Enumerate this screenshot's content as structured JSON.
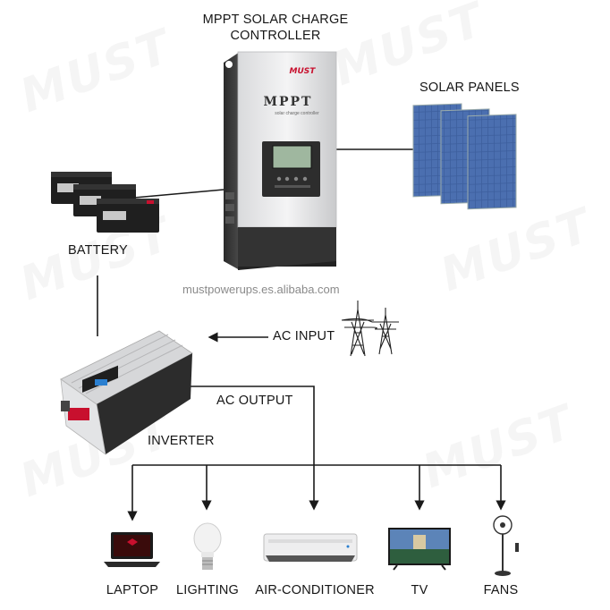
{
  "labels": {
    "controller": [
      "MPPT SOLAR CHARGE",
      "CONTROLLER"
    ],
    "solar_panels": "SOLAR PANELS",
    "battery": "BATTERY",
    "ac_input": "AC INPUT",
    "ac_output": "AC OUTPUT",
    "inverter": "INVERTER",
    "website": "mustpowerups.es.alibaba.com",
    "loads": [
      "LAPTOP",
      "LIGHTING",
      "AIR-CONDITIONER",
      "TV",
      "FANS"
    ]
  },
  "device": {
    "brand": "MUST",
    "model": "MPPT",
    "subtitle": "solar charge controller"
  },
  "watermark": "MUST",
  "colors": {
    "line": "#1a1a1a",
    "accent_red": "#c8102e",
    "panel_blue": "#3d5f9e",
    "lcd": "#9fb79f"
  }
}
